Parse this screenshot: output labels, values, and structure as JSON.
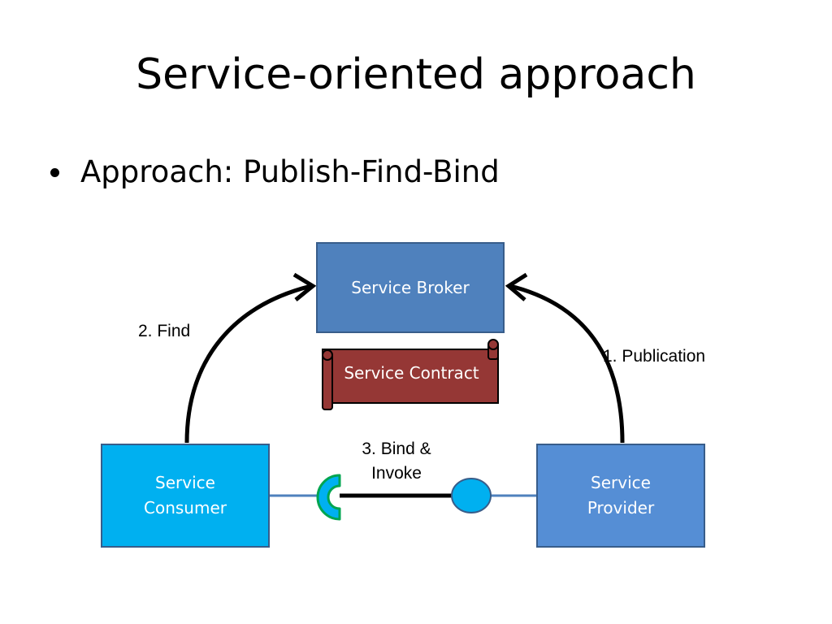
{
  "slide": {
    "title": "Service-oriented approach",
    "bullet": "Approach: Publish-Find-Bind"
  },
  "diagram": {
    "broker": {
      "label": "Service Broker",
      "color": "#4f81bd"
    },
    "contract": {
      "label": "Service Contract",
      "color": "#953735"
    },
    "consumer": {
      "line1": "Service",
      "line2": "Consumer",
      "color": "#00b0f0"
    },
    "provider": {
      "line1": "Service",
      "line2": "Provider",
      "color": "#558ed5"
    },
    "find_label": "2. Find",
    "publication_label": "1. Publication",
    "bind_label_line1": "3. Bind &",
    "bind_label_line2": "Invoke"
  }
}
